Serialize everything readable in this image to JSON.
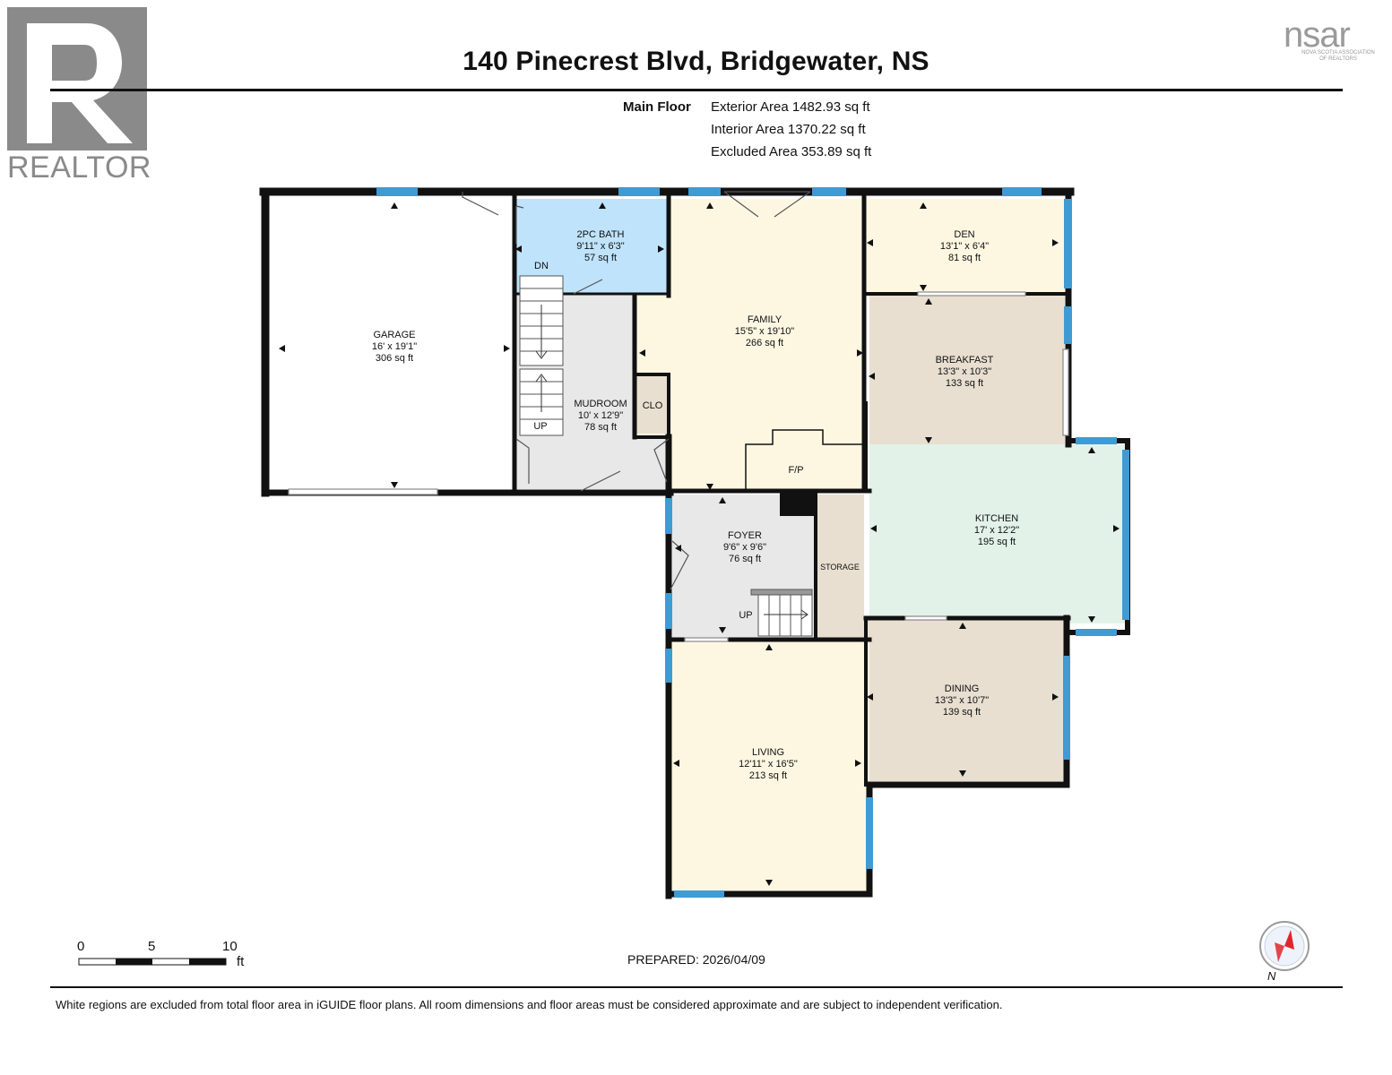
{
  "header": {
    "title": "140 Pinecrest Blvd, Bridgewater, NS"
  },
  "logos": {
    "realtor": "REALTOR",
    "nsar": "nsar",
    "nsar_sub_line1": "NOVA SCOTIA ASSOCIATION",
    "nsar_sub_line2": "OF REALTORS"
  },
  "summary": {
    "floor": "Main Floor",
    "exterior": "Exterior Area 1482.93 sq ft",
    "interior": "Interior Area 1370.22 sq ft",
    "excluded": "Excluded Area 353.89 sq ft"
  },
  "rooms": {
    "garage": {
      "name": "GARAGE",
      "dims": "16' x 19'1\"",
      "area": "306 sq ft"
    },
    "bath": {
      "name": "2PC BATH",
      "dims": "9'11\" x 6'3\"",
      "area": "57 sq ft"
    },
    "mudroom": {
      "name": "MUDROOM",
      "dims": "10' x 12'9\"",
      "area": "78 sq ft"
    },
    "family": {
      "name": "FAMILY",
      "dims": "15'5\" x 19'10\"",
      "area": "266 sq ft"
    },
    "den": {
      "name": "DEN",
      "dims": "13'1\" x 6'4\"",
      "area": "81 sq ft"
    },
    "breakfast": {
      "name": "BREAKFAST",
      "dims": "13'3\" x 10'3\"",
      "area": "133 sq ft"
    },
    "kitchen": {
      "name": "KITCHEN",
      "dims": "17' x 12'2\"",
      "area": "195 sq ft"
    },
    "foyer": {
      "name": "FOYER",
      "dims": "9'6\" x 9'6\"",
      "area": "76 sq ft"
    },
    "dining": {
      "name": "DINING",
      "dims": "13'3\" x 10'7\"",
      "area": "139 sq ft"
    },
    "living": {
      "name": "LIVING",
      "dims": "12'11\" x 16'5\"",
      "area": "213 sq ft"
    }
  },
  "labels": {
    "clo": "CLO",
    "fp": "F/P",
    "storage": "STORAGE",
    "dn": "DN",
    "up_mud": "UP",
    "up_foyer": "UP"
  },
  "scale": {
    "ticks": [
      "0",
      "5",
      "10"
    ],
    "unit": "ft"
  },
  "prepared": "PREPARED: 2026/04/09",
  "disclaimer": "White regions are excluded from total floor area in iGUIDE floor plans. All room dimensions and floor areas must be considered approximate and are subject to independent verification.",
  "compass": {
    "label": "N"
  },
  "colors": {
    "wall": "#111111",
    "window": "#3f9bd4",
    "bath": "#bfe3fb",
    "family": "#fdf7e2",
    "den": "#fdf7e2",
    "living": "#fdf7e2",
    "breakfast": "#e8dfd0",
    "dining": "#e8dfd0",
    "storage": "#e8dfd0",
    "kitchen": "#e2f2e8",
    "mudroom": "#e8e8e8",
    "foyer": "#e8e8e8",
    "garage": "#ffffff",
    "compass_red": "#e0262b"
  }
}
